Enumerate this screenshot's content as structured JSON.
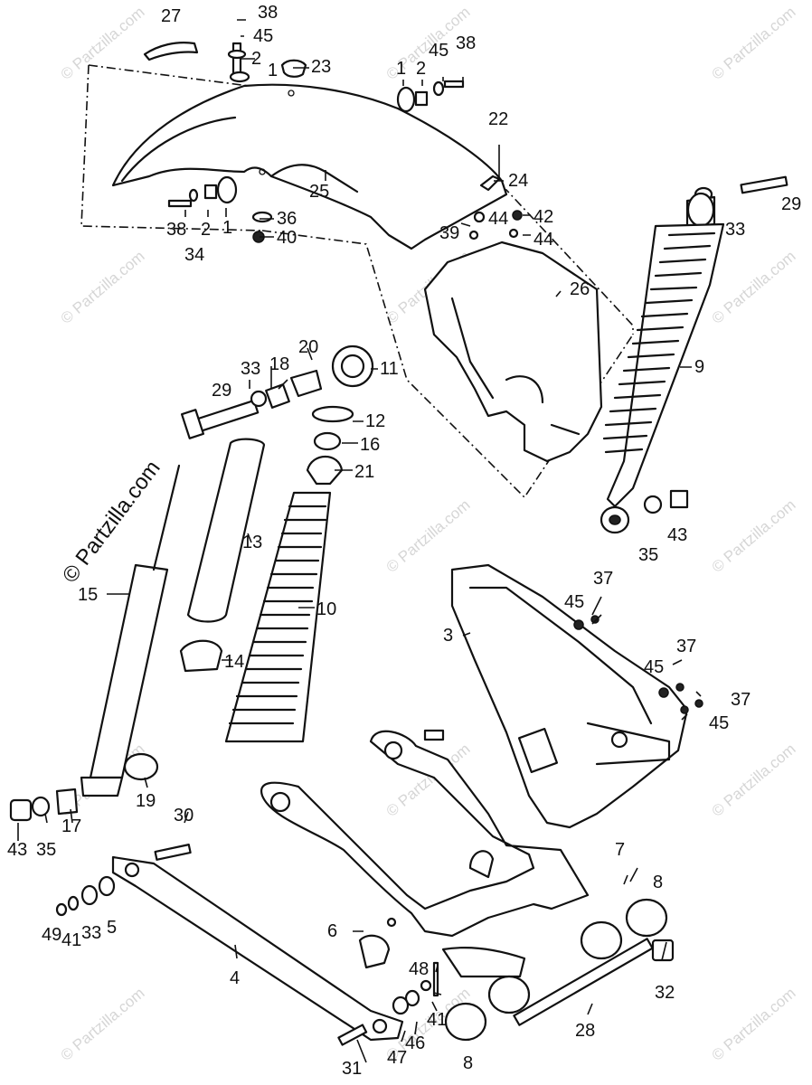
{
  "watermark": "© Partzilla.com",
  "watermark_main": "© Partzilla.com",
  "callouts": {
    "c1a": "1",
    "c1b": "1",
    "c1c": "1",
    "c2a": "2",
    "c2b": "2",
    "c2c": "2",
    "c3": "3",
    "c4": "4",
    "c5": "5",
    "c6": "6",
    "c7": "7",
    "c8a": "8",
    "c8b": "8",
    "c9": "9",
    "c10": "10",
    "c11": "11",
    "c12": "12",
    "c13": "13",
    "c14": "14",
    "c15": "15",
    "c16": "16",
    "c17": "17",
    "c18": "18",
    "c19": "19",
    "c20": "20",
    "c21": "21",
    "c22": "22",
    "c23": "23",
    "c24": "24",
    "c25": "25",
    "c26": "26",
    "c27": "27",
    "c28": "28",
    "c29a": "29",
    "c29b": "29",
    "c30": "30",
    "c31": "31",
    "c32": "32",
    "c33a": "33",
    "c33b": "33",
    "c33c": "33",
    "c34": "34",
    "c35a": "35",
    "c35b": "35",
    "c36": "36",
    "c37a": "37",
    "c37b": "37",
    "c37c": "37",
    "c38a": "38",
    "c38b": "38",
    "c38c": "38",
    "c39": "39",
    "c40": "40",
    "c41a": "41",
    "c41b": "41",
    "c42": "42",
    "c43a": "43",
    "c43b": "43",
    "c44a": "44",
    "c44b": "44",
    "c45a": "45",
    "c45b": "45",
    "c45c": "45",
    "c45d": "45",
    "c45e": "45",
    "c46": "46",
    "c47": "47",
    "c48": "48",
    "c49": "49"
  }
}
